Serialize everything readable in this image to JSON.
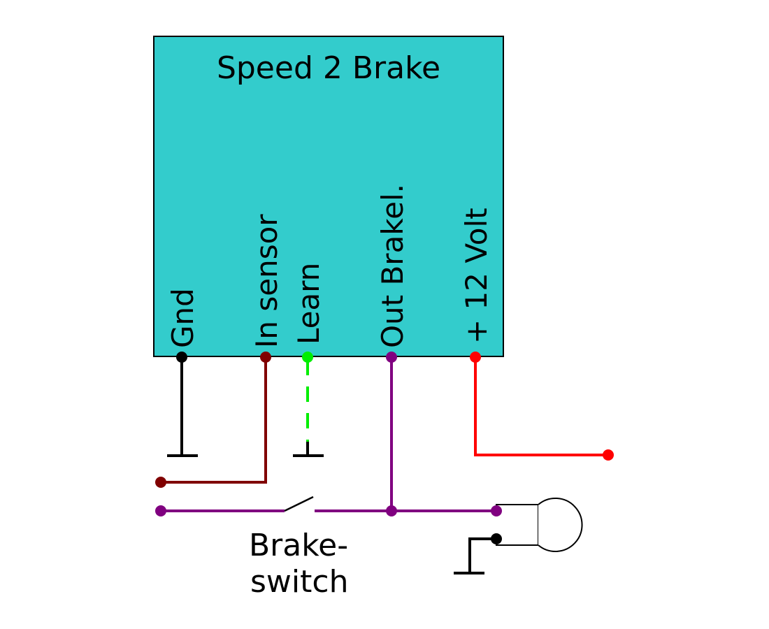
{
  "module": {
    "title": "Speed 2 Brake",
    "fill": "#33cccc",
    "pins": [
      {
        "id": "gnd",
        "label": "Gnd",
        "color": "#000000"
      },
      {
        "id": "in-sensor",
        "label": "In sensor",
        "color": "#800000"
      },
      {
        "id": "learn",
        "label": "Learn",
        "color": "#00ee00"
      },
      {
        "id": "out-brakel",
        "label": "Out Brakel.",
        "color": "#800080"
      },
      {
        "id": "plus-12-volt",
        "label": "+ 12 Volt",
        "color": "#ff0000"
      }
    ]
  },
  "brake_switch": {
    "label_line1": "Brake-",
    "label_line2": "switch"
  },
  "icons": [
    "ground-symbol-icon",
    "switch-icon",
    "bulb-icon"
  ]
}
